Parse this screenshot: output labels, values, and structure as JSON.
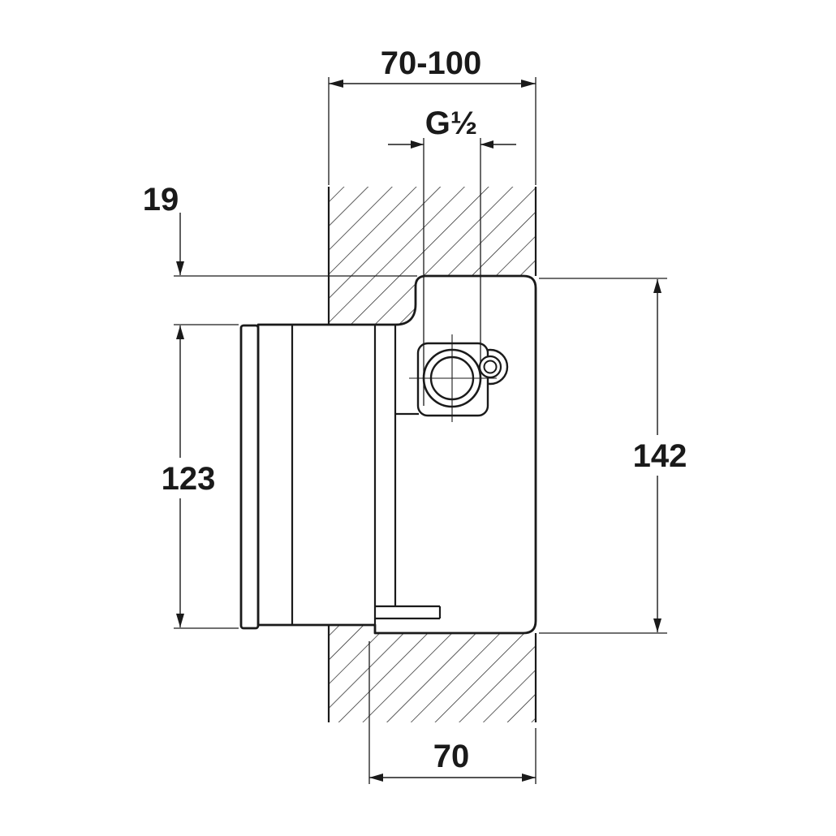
{
  "drawing": {
    "kind": "technical-installation-drawing",
    "colors": {
      "line": "#1a1a1a",
      "background": "#ffffff"
    },
    "dimensions": {
      "top_width": "70-100",
      "thread": "G½",
      "wall_offset": "19",
      "front_height": "123",
      "body_height": "142",
      "bottom_depth": "70"
    }
  }
}
